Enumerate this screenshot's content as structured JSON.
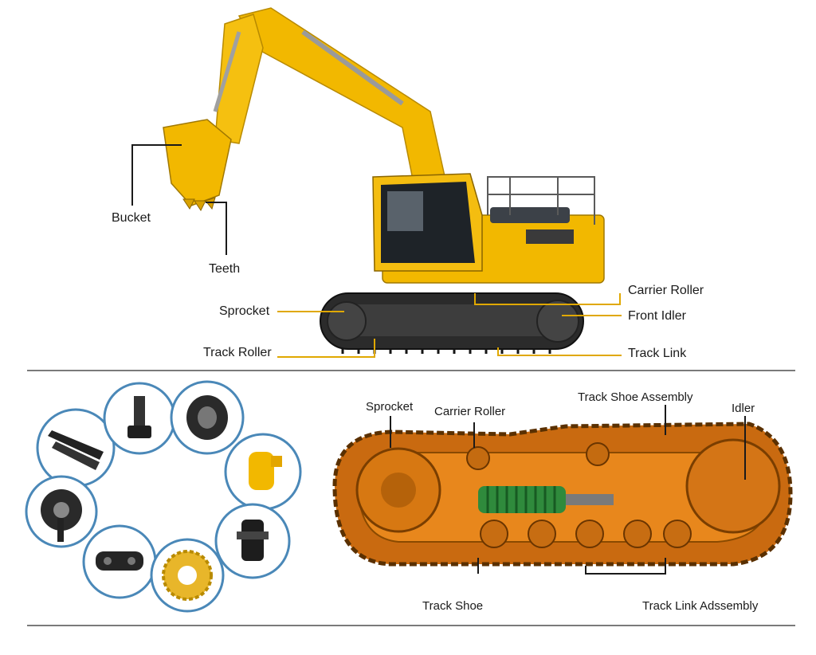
{
  "excavator_labels": {
    "bucket": "Bucket",
    "teeth": "Teeth",
    "sprocket": "Sprocket",
    "track_roller": "Track Roller",
    "carrier_roller": "Carrier Roller",
    "front_idler": "Front Idler",
    "track_link": "Track Link"
  },
  "undercarriage_labels": {
    "sprocket": "Sprocket",
    "carrier_roller": "Carrier Roller",
    "track_shoe_assembly": "Track Shoe Assembly",
    "idler": "Idler",
    "track_shoe": "Track Shoe",
    "track_link_assembly": "Track Link Adssembly"
  },
  "parts_gallery": [
    "track-shoe",
    "bolt",
    "track-roller",
    "carrier-roller",
    "idler-wheel",
    "bottom-roller",
    "track-link",
    "sprocket-wheel"
  ],
  "colors": {
    "excavator_yellow": "#f2b800",
    "track_dark": "#2b2b2b",
    "leader_line": "#e0a800",
    "undercarriage_orange": "#e8871c",
    "spring_green": "#2f8a3c",
    "circle_border": "#4a88b8",
    "divider": "#7a7a7a"
  }
}
